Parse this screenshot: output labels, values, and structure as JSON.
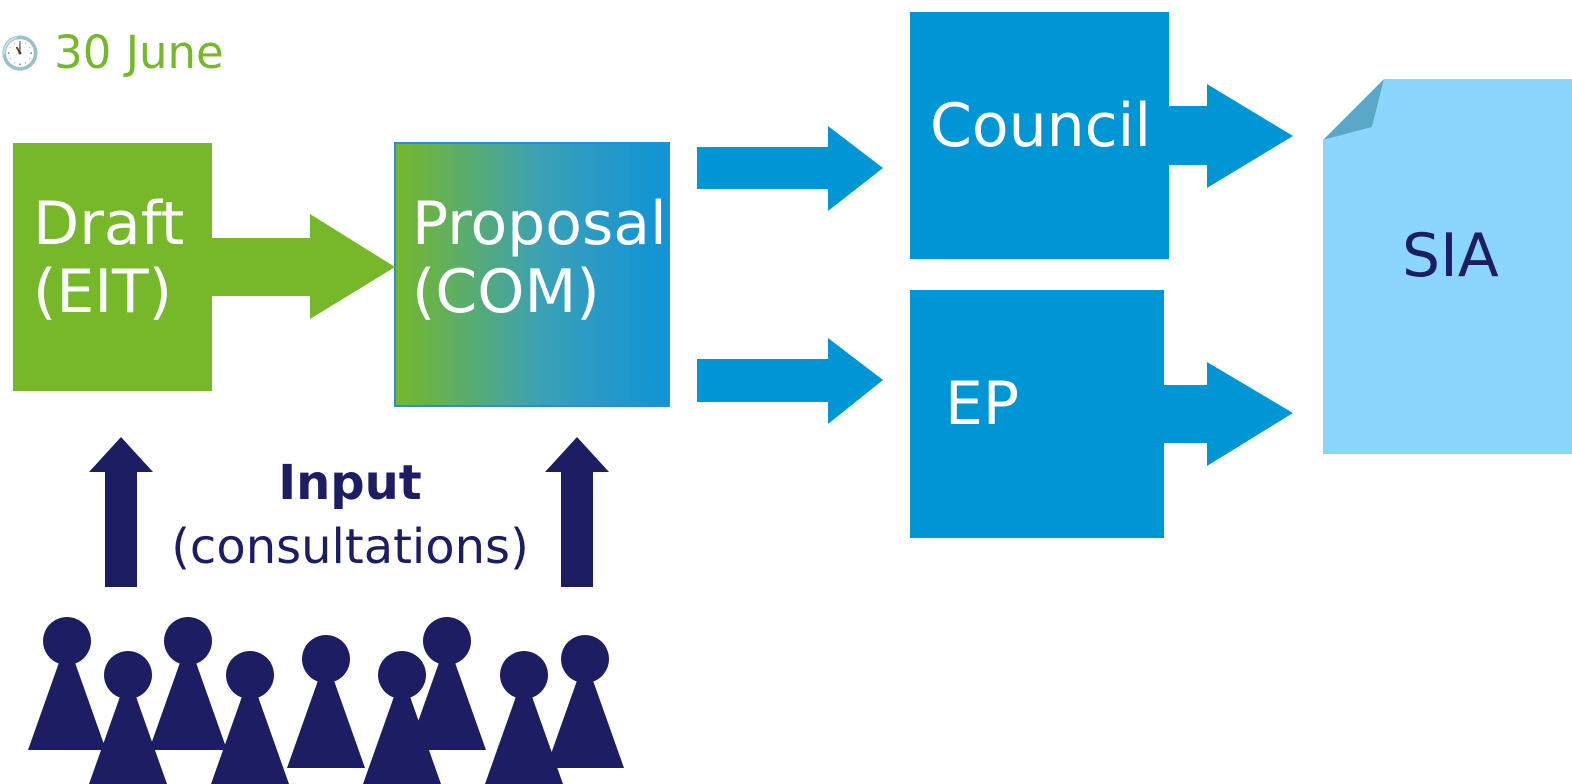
{
  "date": {
    "icon": "clock-icon",
    "text": "30 June"
  },
  "nodes": {
    "draft": {
      "line1": "Draft",
      "line2": "(EIT)"
    },
    "proposal": {
      "line1": "Proposal",
      "line2": "(COM)"
    },
    "council": {
      "label": "Council"
    },
    "ep": {
      "label": "EP"
    },
    "sia": {
      "label": "SIA"
    }
  },
  "input": {
    "title": "Input",
    "subtitle": "(consultations)"
  },
  "colors": {
    "green": "#76b82a",
    "blue": "#0095d5",
    "light_blue": "#8bd6fc",
    "navy": "#1d1d64"
  }
}
